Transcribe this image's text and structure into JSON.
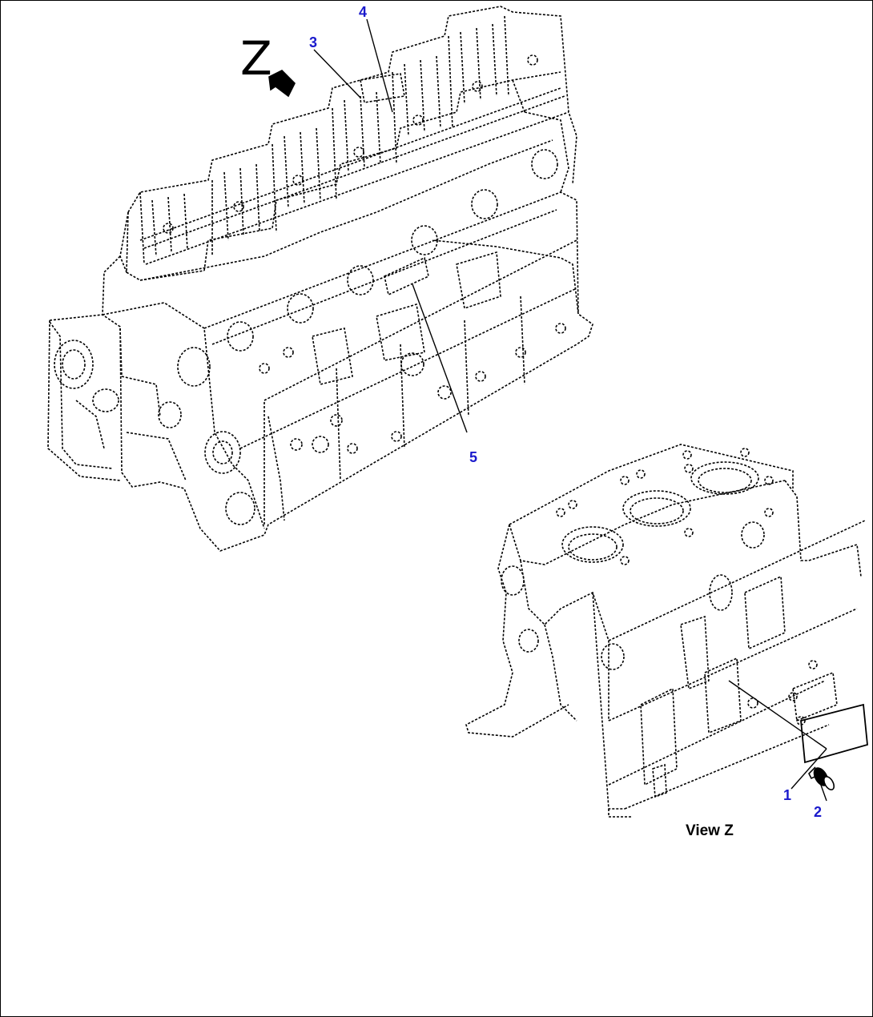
{
  "diagram": {
    "callout_color": "#1a1acc",
    "line_color": "#000000",
    "view_letter": "Z",
    "view_caption": "View Z",
    "callouts": [
      {
        "id": "1",
        "label": "1"
      },
      {
        "id": "2",
        "label": "2"
      },
      {
        "id": "3",
        "label": "3"
      },
      {
        "id": "4",
        "label": "4"
      },
      {
        "id": "5",
        "label": "5"
      }
    ]
  }
}
